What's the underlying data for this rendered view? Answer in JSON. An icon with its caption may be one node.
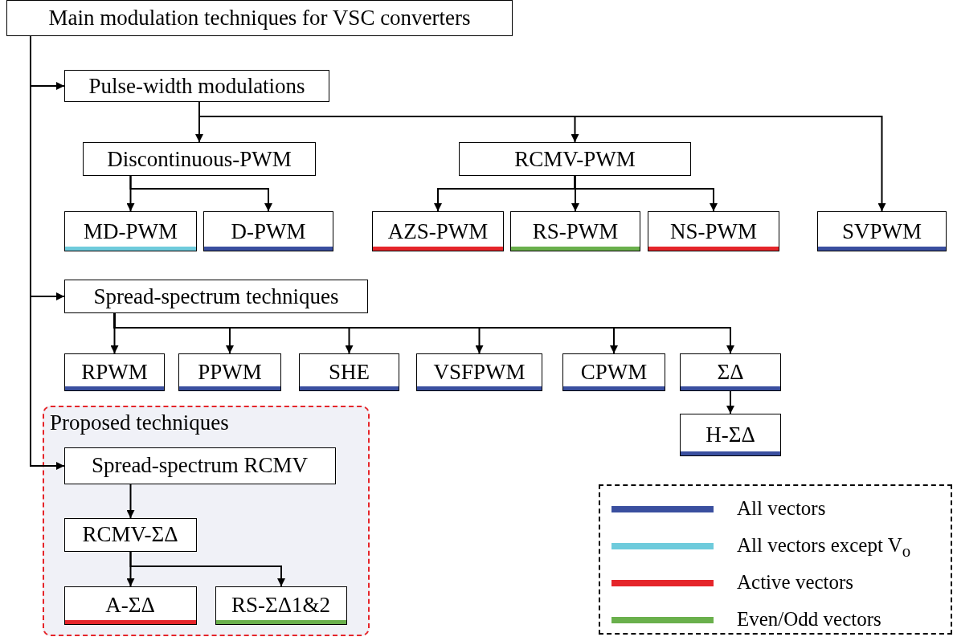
{
  "diagram": {
    "nodes": [
      {
        "text": [
          "Main modulation techniques for VSC converters"
        ]
      },
      {
        "text": [
          "Pulse-width modulations"
        ]
      },
      {
        "text": [
          "Discontinuous-PWM"
        ]
      },
      {
        "text": [
          "RCMV-PWM"
        ]
      },
      {
        "text": [
          "MD-PWM"
        ]
      },
      {
        "text": [
          "D-PWM"
        ]
      },
      {
        "text": [
          "AZS-PWM"
        ]
      },
      {
        "text": [
          "RS-PWM"
        ]
      },
      {
        "text": [
          "NS-PWM"
        ]
      },
      {
        "text": [
          "SVPWM"
        ]
      },
      {
        "text": [
          "Spread-spectrum techniques"
        ]
      },
      {
        "text": [
          "RPWM"
        ]
      },
      {
        "text": [
          "PPWM"
        ]
      },
      {
        "text": [
          "SHE"
        ]
      },
      {
        "text": [
          "VSFPWM"
        ]
      },
      {
        "text": [
          "CPWM"
        ]
      },
      {
        "text": [
          "ΣΔ"
        ]
      },
      {
        "text": [
          "H-ΣΔ"
        ]
      },
      {
        "text": [
          "Proposed techniques"
        ]
      },
      {
        "text": [
          "Spread-spectrum RCMV"
        ],
        "in": 18
      },
      {
        "text": [
          "RCMV-ΣΔ"
        ],
        "in": 18
      },
      {
        "text": [
          "A-ΣΔ"
        ],
        "in": 18
      },
      {
        "text": [
          "RS-ΣΔ1&2"
        ],
        "in": 18
      }
    ],
    "edges": [
      {
        "from": 0,
        "to": 1,
        "arrow": "to"
      },
      {
        "from": 0,
        "to": 10,
        "arrow": "to"
      },
      {
        "from": 0,
        "to": 19,
        "arrow": "to"
      },
      {
        "from": 1,
        "to": 2,
        "arrow": "to"
      },
      {
        "from": 1,
        "to": 3,
        "arrow": "to"
      },
      {
        "from": 1,
        "to": 9,
        "arrow": "to"
      },
      {
        "from": 2,
        "to": 4,
        "arrow": "to"
      },
      {
        "from": 2,
        "to": 5,
        "arrow": "to"
      },
      {
        "from": 3,
        "to": 6,
        "arrow": "to"
      },
      {
        "from": 3,
        "to": 7,
        "arrow": "to"
      },
      {
        "from": 3,
        "to": 8,
        "arrow": "to"
      },
      {
        "from": 10,
        "to": 11,
        "arrow": "to"
      },
      {
        "from": 10,
        "to": 12,
        "arrow": "to"
      },
      {
        "from": 10,
        "to": 13,
        "arrow": "to"
      },
      {
        "from": 10,
        "to": 14,
        "arrow": "to"
      },
      {
        "from": 10,
        "to": 15,
        "arrow": "to"
      },
      {
        "from": 10,
        "to": 16,
        "arrow": "to"
      },
      {
        "from": 16,
        "to": 17,
        "arrow": "to"
      },
      {
        "from": 19,
        "to": 20,
        "arrow": "to"
      },
      {
        "from": 20,
        "to": 21,
        "arrow": "to"
      },
      {
        "from": 20,
        "to": 22,
        "arrow": "to"
      }
    ],
    "legend": [
      {
        "text": "All vectors",
        "color": "#3a4f9f"
      },
      {
        "text": "All vectors except V$_{o}$",
        "color": "#6ecbdc"
      },
      {
        "text": "Active vectors",
        "color": "#e5252a"
      },
      {
        "text": "Even/Odd vectors",
        "color": "#6ab04c"
      }
    ]
  }
}
